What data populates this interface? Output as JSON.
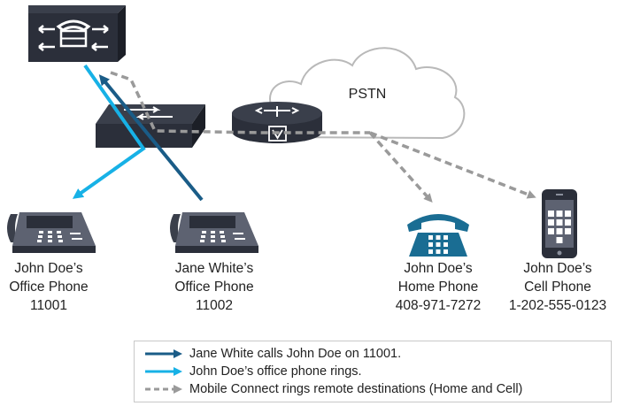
{
  "colors": {
    "dark_blue": "#1a5c87",
    "cyan": "#17b1e6",
    "grey_dash": "#9a9a9a",
    "device_dark": "#2b2f3a",
    "home_phone_blue": "#1a6d93"
  },
  "network": {
    "pstn_label": "PSTN"
  },
  "devices": {
    "john_office": {
      "line1": "John Doe’s",
      "line2": "Office Phone",
      "line3": "11001"
    },
    "jane_office": {
      "line1": "Jane White’s",
      "line2": "Office Phone",
      "line3": "11002"
    },
    "john_home": {
      "line1": "John Doe’s",
      "line2": "Home Phone",
      "line3": "408-971-7272"
    },
    "john_cell": {
      "line1": "John Doe’s",
      "line2": "Cell Phone",
      "line3": "1-202-555-0123"
    }
  },
  "legend": {
    "items": [
      {
        "text": "Jane White calls John Doe on 11001.",
        "line_style": "solid-dark-blue"
      },
      {
        "text": "John Doe’s office phone rings.",
        "line_style": "solid-cyan"
      },
      {
        "text": "Mobile Connect rings remote destinations (Home and Cell)",
        "line_style": "dashed-grey"
      }
    ]
  }
}
